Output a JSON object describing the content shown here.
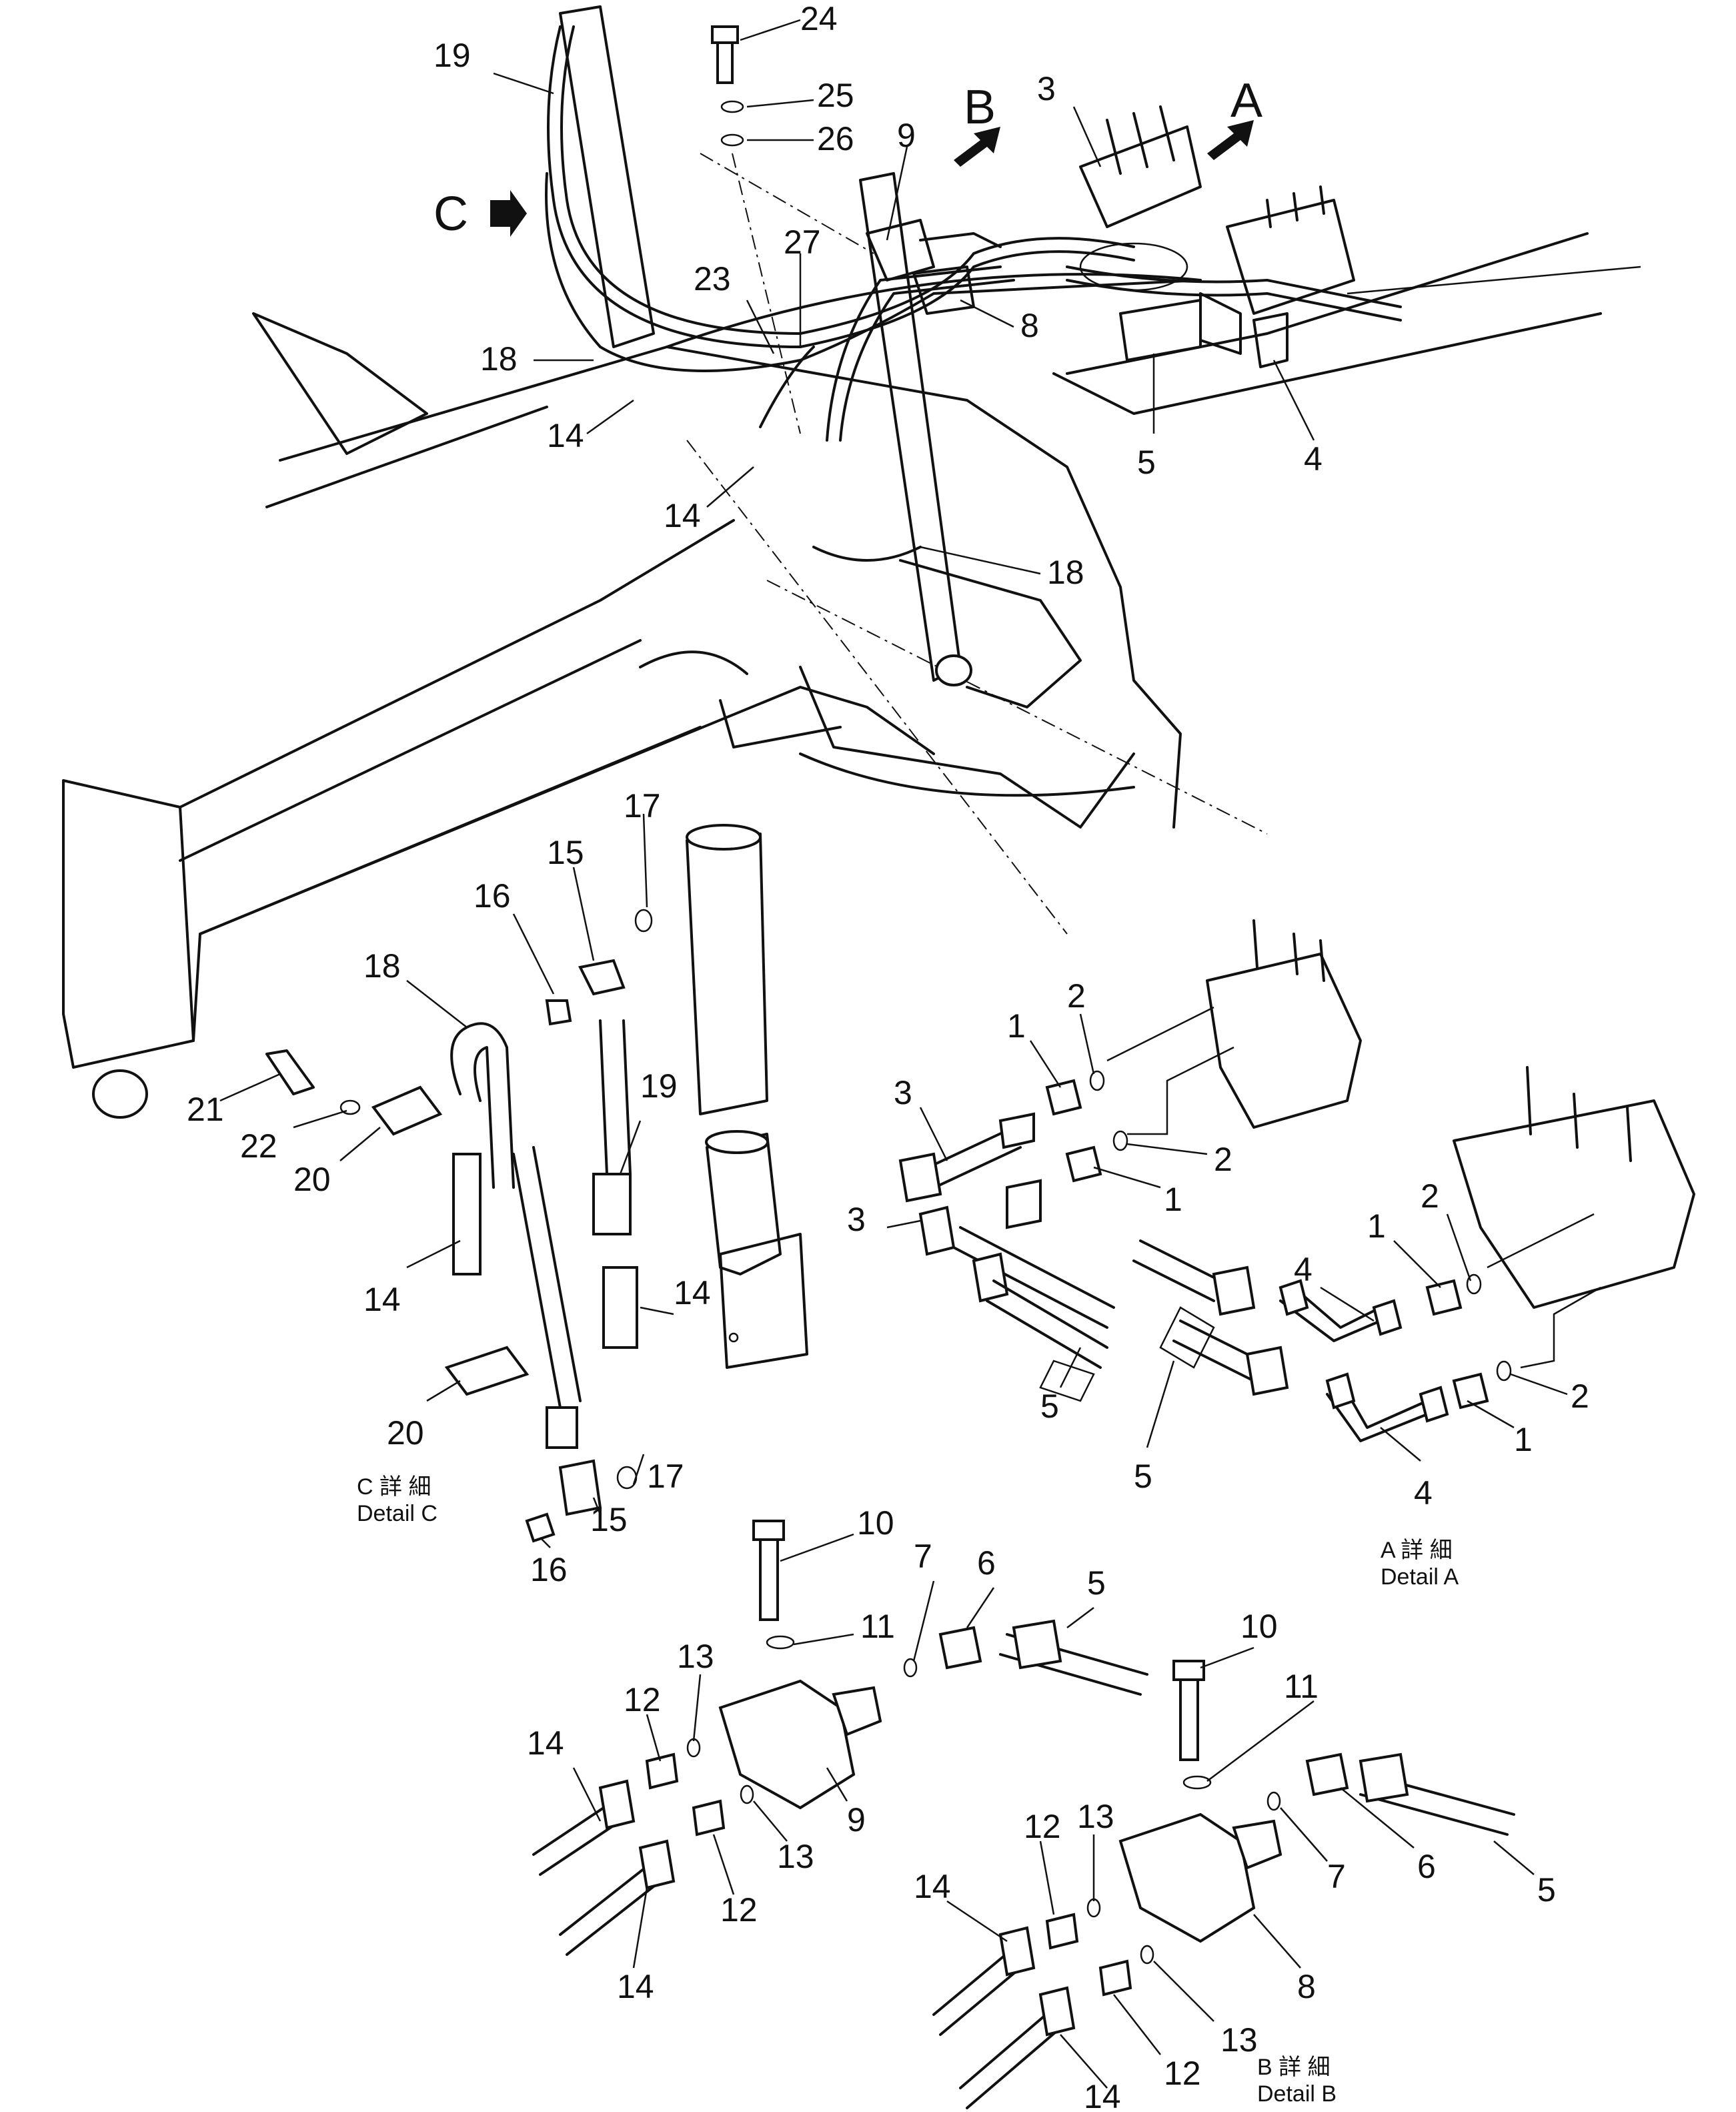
{
  "views": {
    "main_arrow_a": "A",
    "main_arrow_b": "B",
    "main_arrow_c": "C",
    "detail_c_caption_jp": "C 詳 細",
    "detail_c_caption_en": "Detail C",
    "detail_a_caption_jp": "A 詳 細",
    "detail_a_caption_en": "Detail A",
    "detail_b_caption_jp": "B 詳 細",
    "detail_b_caption_en": "Detail B"
  },
  "callouts": {
    "main": [
      "19",
      "24",
      "25",
      "26",
      "9",
      "3",
      "23",
      "27",
      "18",
      "14",
      "14",
      "8",
      "5",
      "4",
      "18"
    ],
    "detail_c": [
      "17",
      "15",
      "16",
      "18",
      "19",
      "21",
      "22",
      "20",
      "14",
      "14",
      "20",
      "17",
      "15",
      "16"
    ],
    "detail_a": [
      "2",
      "1",
      "3",
      "2",
      "1",
      "3",
      "2",
      "1",
      "4",
      "2",
      "1",
      "4",
      "5",
      "5"
    ],
    "detail_b": [
      "10",
      "7",
      "6",
      "5",
      "11",
      "13",
      "12",
      "14",
      "9",
      "13",
      "12",
      "14",
      "10",
      "11",
      "7",
      "6",
      "5",
      "13",
      "12",
      "14",
      "8",
      "13",
      "12",
      "14"
    ]
  },
  "colors": {
    "line": "#111111",
    "background": "#ffffff"
  }
}
